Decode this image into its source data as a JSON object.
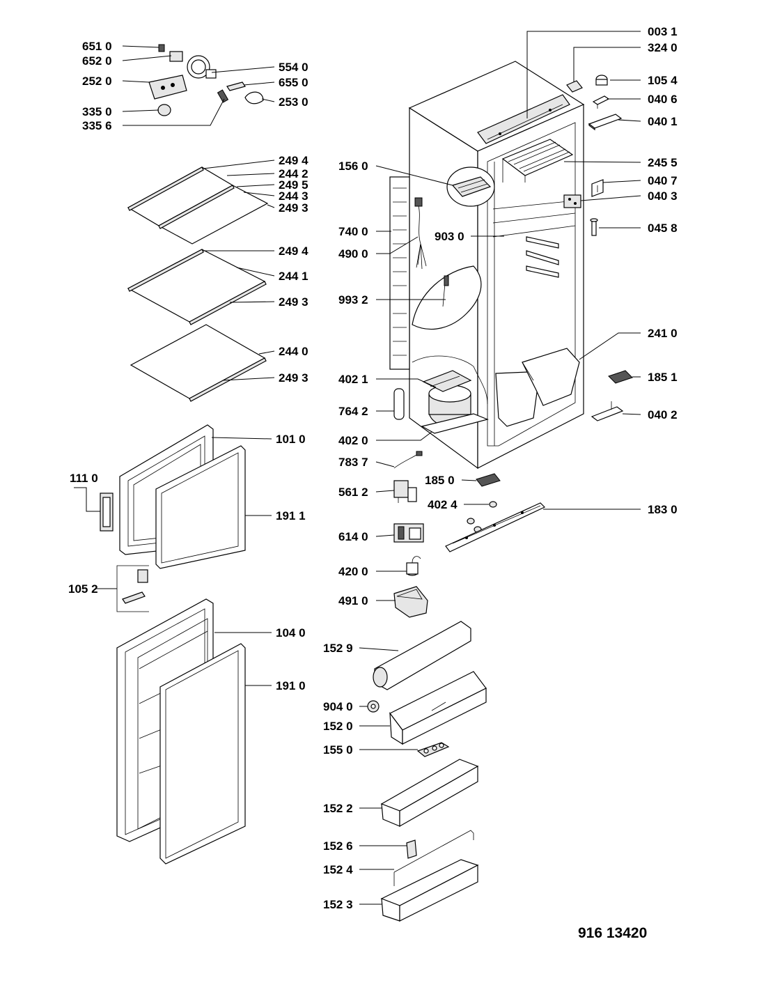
{
  "document_number": "916 13420",
  "callouts": {
    "c0031": "003 1",
    "c3240": "324 0",
    "c1054": "105 4",
    "c0406": "040 6",
    "c0401": "040 1",
    "c2455": "245 5",
    "c0407": "040 7",
    "c0403": "040 3",
    "c0458": "045 8",
    "c2410": "241 0",
    "c1851": "185 1",
    "c0402": "040 2",
    "c1830": "183 0",
    "c6510": "651 0",
    "c6520": "652 0",
    "c2520": "252 0",
    "c3350": "335 0",
    "c3356": "335 6",
    "c5540": "554 0",
    "c6550": "655 0",
    "c2530": "253 0",
    "c2494a": "249 4",
    "c2442": "244 2",
    "c2495": "249 5",
    "c2443": "244 3",
    "c2493a": "249 3",
    "c2494b": "249 4",
    "c2441": "244 1",
    "c2493b": "249 3",
    "c2440": "244 0",
    "c2493c": "249 3",
    "c1010": "101 0",
    "c1110": "111 0",
    "c1911": "191 1",
    "c1052": "105 2",
    "c1040": "104 0",
    "c1910": "191 0",
    "c1560": "156 0",
    "c7400": "740 0",
    "c9030": "903 0",
    "c4900": "490 0",
    "c9932": "993 2",
    "c4021": "402 1",
    "c7642": "764 2",
    "c4020": "402 0",
    "c7837": "783 7",
    "c1850": "185 0",
    "c5612": "561 2",
    "c4024": "402 4",
    "c6140": "614 0",
    "c4200": "420 0",
    "c4910": "491 0",
    "c1529": "152 9",
    "c9040": "904 0",
    "c1520": "152 0",
    "c1550": "155 0",
    "c1522": "152 2",
    "c1526": "152 6",
    "c1524": "152 4",
    "c1523": "152 3"
  }
}
